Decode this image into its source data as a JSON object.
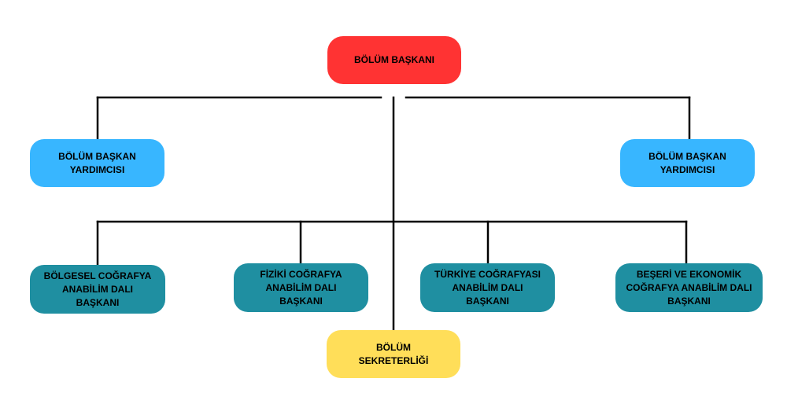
{
  "diagram": {
    "head": {
      "label": "BÖLÜM BAŞKANI",
      "color": "#ff3333"
    },
    "deputies": [
      {
        "label": "BÖLÜM BAŞKAN\nYARDIMCISI",
        "color": "#38b6ff"
      },
      {
        "label": "BÖLÜM BAŞKAN\nYARDIMCISI",
        "color": "#38b6ff"
      }
    ],
    "departments": [
      {
        "label": "BÖLGESEL COĞRAFYA\nANABİLİM DALI\nBAŞKANI",
        "color": "#1f8fa1"
      },
      {
        "label": "FİZİKİ COĞRAFYA\nANABİLİM DALI\nBAŞKANI",
        "color": "#1f8fa1"
      },
      {
        "label": "TÜRKİYE COĞRAFYASI\nANABİLİM DALI\nBAŞKANI",
        "color": "#1f8fa1"
      },
      {
        "label": "BEŞERİ VE EKONOMİK\nCOĞRAFYA ANABİLİM DALI\nBAŞKANI",
        "color": "#1f8fa1"
      }
    ],
    "secretariat": {
      "label": "BÖLÜM\nSEKRETERLİĞİ",
      "color": "#ffde59"
    },
    "line_color": "#000000"
  }
}
